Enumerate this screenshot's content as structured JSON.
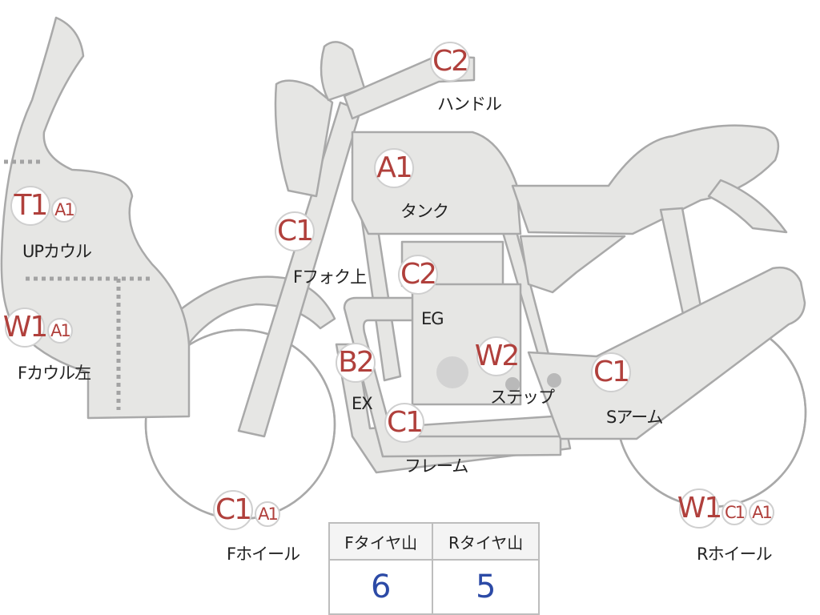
{
  "parts": [
    {
      "name": "handle",
      "label": "ハンドル",
      "grades": [
        "C2"
      ]
    },
    {
      "name": "tank",
      "label": "タンク",
      "grades": [
        "A1"
      ]
    },
    {
      "name": "upper-cowl",
      "label": "UPカウル",
      "grades": [
        "T1",
        "A1"
      ]
    },
    {
      "name": "front-fork-upper",
      "label": "Fフォク上",
      "grades": [
        "C1"
      ]
    },
    {
      "name": "engine",
      "label": "EG",
      "grades": [
        "C2"
      ]
    },
    {
      "name": "front-cowl-left",
      "label": "Fカウル左",
      "grades": [
        "W1",
        "A1"
      ]
    },
    {
      "name": "exhaust",
      "label": "EX",
      "grades": [
        "B2"
      ]
    },
    {
      "name": "step",
      "label": "ステップ",
      "grades": [
        "W2"
      ]
    },
    {
      "name": "swing-arm",
      "label": "Sアーム",
      "grades": [
        "C1"
      ]
    },
    {
      "name": "frame",
      "label": "フレーム",
      "grades": [
        "C1"
      ]
    },
    {
      "name": "front-wheel",
      "label": "Fホイール",
      "grades": [
        "C1",
        "A1"
      ]
    },
    {
      "name": "rear-wheel",
      "label": "Rホイール",
      "grades": [
        "W1",
        "C1",
        "A1"
      ]
    }
  ],
  "tread": {
    "headers": [
      "Fタイヤ山",
      "Rタイヤ山"
    ],
    "values": [
      "6",
      "5"
    ]
  },
  "colors": {
    "body_fill": "#e6e6e4",
    "outline": "#a9a9a9",
    "grade_text": "#b0403c",
    "tread_value": "#2c4aa6"
  }
}
